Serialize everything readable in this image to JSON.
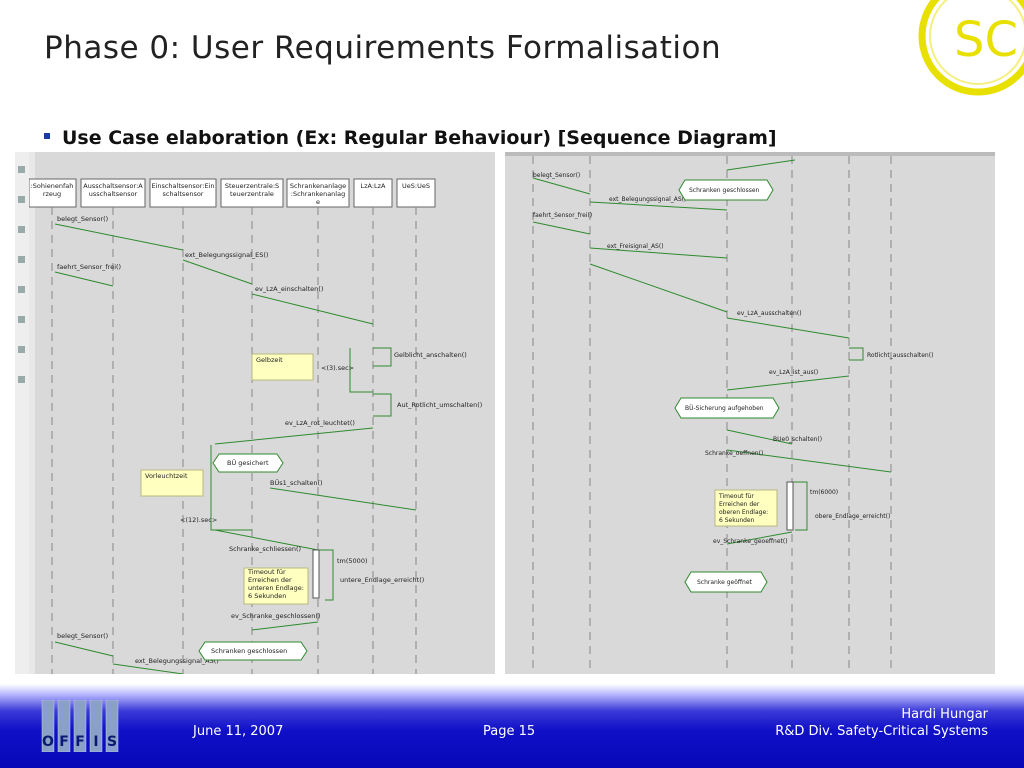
{
  "slide": {
    "title": "Phase 0: User Requirements Formalisation",
    "bullet": "Use Case elaboration (Ex: Regular Behaviour) [Sequence Diagram]"
  },
  "logo": {
    "text": "SC",
    "color": "#e8e000"
  },
  "left_diagram": {
    "lifelines": [
      "Sohienenfahrzeug",
      "Ausschaltsensor:Ausschaltsensor",
      "Einschaltsensor:Einschaltsensor",
      "Steuerzentrale:Steuerzentrale",
      "Schrankenanlage:Schrankenanlage",
      "LzA:LzA",
      "UeS:UeS"
    ],
    "messages": {
      "m1": "belegt_Sensor()",
      "m2": "ext_Belegungssignal_ES()",
      "m3": "faehrt_Sensor_frei()",
      "m4": "ev_LzA_einschalten()",
      "m5": "Gelblicht_anschalten()",
      "m6": "<(3).sec>",
      "m7": "Aut_Rotlicht_umschalten()",
      "m8": "ev_LzA_rot_leuchtet()",
      "m9": "BÜs1_schalten()",
      "m10": "<(12).sec>",
      "m11": "Schranke_schliessen()",
      "m12": "tm(5000)",
      "m13": "untere_Endlage_erreicht()",
      "m14": "ev_Schranke_geschlossen()",
      "m15": "belegt_Sensor()",
      "m16": "ext_Belegungssignal_AS()"
    },
    "states": {
      "s1": "BÜ gesichert",
      "s2": "Schranken geschlossen"
    },
    "notes": {
      "n1": "Gelbzeit",
      "n2": "Vorleuchtzeit",
      "n3a": "Timeout für",
      "n3b": "Erreichen der",
      "n3c": "unteren Endlage:",
      "n3d": "6 Sekunden"
    }
  },
  "right_diagram": {
    "messages": {
      "m1": "belegt_Sensor()",
      "m2": "ext_Belegungssignal_AS()",
      "m3": "faehrt_Sensor_frei()",
      "m4": "ext_Freisignal_AS()",
      "m5": "ev_LzA_ausschalten()",
      "m6": "Rotlicht_ausschalten()",
      "m7": "ev_LzA_ist_aus()",
      "m8": "BUe0_schalten()",
      "m9": "Schranke_oeffnen()",
      "m10": "tm(6000)",
      "m11": "obere_Endlage_erreicht()",
      "m12": "ev_Schranke_geoeffnet()"
    },
    "states": {
      "s1": "Schranken geschlossen",
      "s2": "BÜ-Sicherung aufgehoben",
      "s3": "Schranke geöffnet"
    },
    "notes": {
      "n1a": "Timeout für",
      "n1b": "Erreichen der",
      "n1c": "oberen Endlage:",
      "n1d": "6 Sekunden"
    }
  },
  "footer": {
    "date": "June 11, 2007",
    "page": "Page 15",
    "author": "Hardi Hungar",
    "division": "R&D Div. Safety-Critical Systems",
    "org_letters": [
      "O",
      "F",
      "F",
      "I",
      "S"
    ]
  },
  "colors": {
    "footer_blue": "#0707b8",
    "arrow_green": "#2e8a2e",
    "note_yellow": "#ffffc0",
    "bullet_blue": "#1a3aa8"
  }
}
